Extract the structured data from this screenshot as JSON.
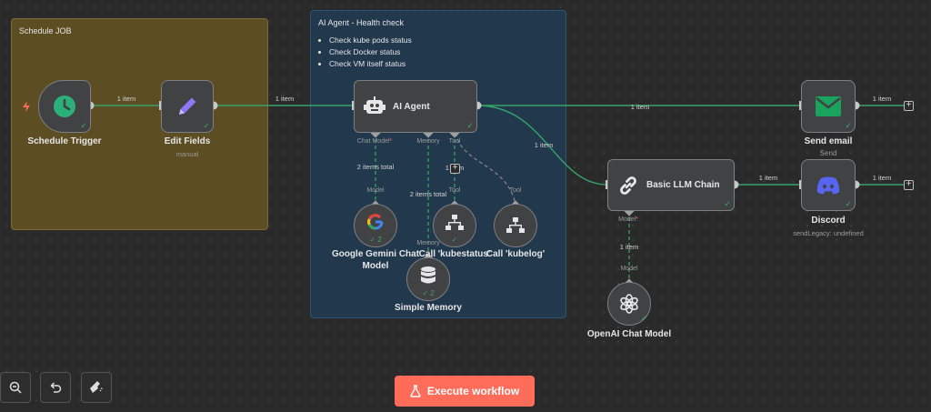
{
  "stickies": {
    "schedule": {
      "title": "Schedule JOB"
    },
    "agent": {
      "title": "AI Agent - Health check",
      "bullets": [
        "Check kube pods status",
        "Check Docker status",
        "Check VM itself status"
      ]
    }
  },
  "nodes": {
    "schedule_trigger": {
      "label": "Schedule Trigger",
      "icon": "clock-icon"
    },
    "edit_fields": {
      "label": "Edit Fields",
      "subtitle": "manual",
      "icon": "pencil-icon"
    },
    "ai_agent": {
      "label": "AI Agent",
      "icon": "robot-icon",
      "ports": {
        "chat_model": "Chat Model",
        "memory": "Memory",
        "tool": "Tool"
      }
    },
    "gemini": {
      "label": "Google Gemini Chat Model",
      "icon": "google-icon",
      "count": "2",
      "port": "Model"
    },
    "kubestatus": {
      "label": "Call 'kubestatus'",
      "icon": "network-icon",
      "port": "Tool"
    },
    "kubelog": {
      "label": "Call 'kubelog'",
      "icon": "network-icon",
      "port": "Tool"
    },
    "simple_memory": {
      "label": "Simple Memory",
      "icon": "database-icon",
      "count": "2",
      "port": "Memory"
    },
    "basic_llm_chain": {
      "label": "Basic LLM Chain",
      "icon": "chain-link-icon",
      "ports": {
        "model": "Model"
      }
    },
    "openai": {
      "label": "OpenAI Chat Model",
      "icon": "openai-icon",
      "port": "Model"
    },
    "send_email": {
      "label": "Send email",
      "icon": "envelope-icon",
      "output": "1 item"
    },
    "discord": {
      "label": "Discord",
      "header": "Send",
      "subtitle": "sendLegacy: undefined",
      "icon": "discord-icon",
      "output": "1 item"
    }
  },
  "edges": {
    "trigger_to_edit": "1 item",
    "edit_to_agent": "1 item",
    "agent_to_email": "1 item",
    "agent_to_chain": "1 item",
    "chain_to_discord": "1 item",
    "gemini_to_agent": "2 items total",
    "memory_to_agent": "2 items total",
    "kubestatus_to_agent": "1 item",
    "openai_to_chain": "1 item"
  },
  "canvas_tools": {
    "zoom_out_icon": "zoom-out-icon",
    "undo_icon": "undo-icon",
    "tidy_icon": "broom-icon"
  },
  "execute_button": {
    "label": "Execute workflow",
    "icon": "flask-icon"
  },
  "colors": {
    "success": "#3da46c",
    "accent": "#ff6d5a",
    "email": "#1aa35c",
    "discord": "#5865f2",
    "trigger": "#2bb07a",
    "edit": "#8e77f5"
  }
}
